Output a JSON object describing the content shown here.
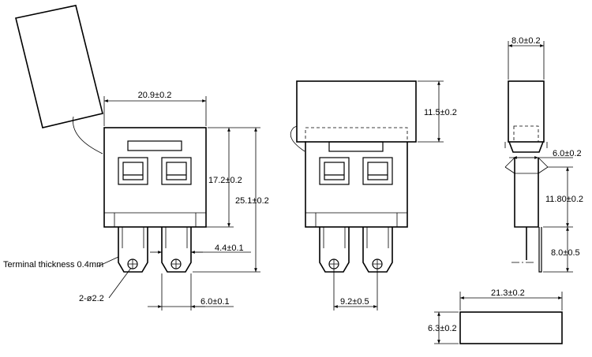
{
  "dims": {
    "front_width": "20.9±0.2",
    "front_body_height": "17.2±0.2",
    "front_total_height": "25.1±0.2",
    "terminal_width": "4.4±0.1",
    "terminal_gap": "6.0±0.1",
    "pitch": "9.2±0.5",
    "cap_height": "11.5±0.2",
    "side_width": "8.0±0.2",
    "side_step": "6.0±0.2",
    "side_body_height": "11.80±0.2",
    "side_pin_height": "8.0±0.5",
    "cap_width": "21.3±0.2",
    "cap_thickness": "6.3±0.2"
  },
  "notes": {
    "terminal_thickness": "Terminal thickness 0.4mm",
    "hole_dia": "2-ø2.2"
  }
}
